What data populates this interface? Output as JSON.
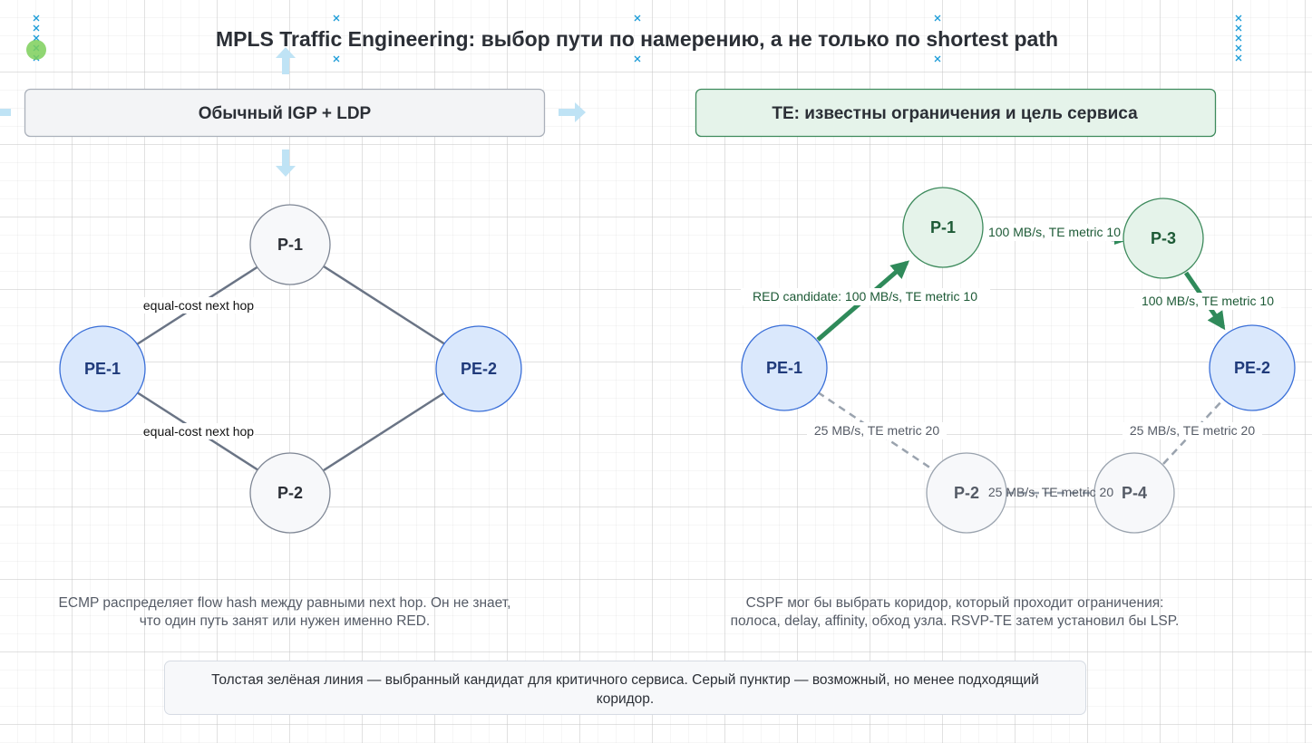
{
  "title": "MPLS Traffic Engineering: выбор пути по намерению, а не только по shortest path",
  "left_panel": {
    "header": "Обычный IGP + LDP",
    "nodes": {
      "p1": "P-1",
      "p2": "P-2",
      "pe1": "PE-1",
      "pe2": "PE-2"
    },
    "edge_labels": {
      "upper": "equal-cost next hop",
      "lower": "equal-cost next hop"
    },
    "caption_line1": "ECMP распределяет flow hash между равными next hop. Он не знает,",
    "caption_line2": "что один путь занят или нужен именно RED."
  },
  "right_panel": {
    "header": "TE: известны ограничения и цель сервиса",
    "nodes": {
      "p1": "P-1",
      "p3": "P-3",
      "pe1": "PE-1",
      "pe2": "PE-2",
      "p2": "P-2",
      "p4": "P-4"
    },
    "edge_labels": {
      "pe1_p1": "RED candidate: 100 MB/s, TE metric 10",
      "p1_p3": "100 MB/s, TE metric 10",
      "p3_pe2": "100 MB/s, TE metric 10",
      "pe1_p2": "25 MB/s, TE metric 20",
      "p2_p4": "25 MB/s, TE metric 20",
      "p4_pe2": "25 MB/s, TE metric 20"
    },
    "caption_line1": "CSPF мог бы выбрать коридор, который проходит ограничения:",
    "caption_line2": "полоса, delay, affinity, обход узла. RSVP-TE затем установил бы LSP."
  },
  "legend": "Толстая зелёная линия — выбранный кандидат для критичного сервиса. Серый пунктир — возможный, но менее подходящий коридор.",
  "colors": {
    "pe_fill": "#dae8fc",
    "pe_stroke": "#3a6fd8",
    "pe_text": "#1f3a7a",
    "p_fill": "#f7f8fa",
    "p_stroke": "#7f8795",
    "p_text": "#2b2f36",
    "te_fill": "#e5f3ea",
    "te_stroke": "#3d8a5c",
    "te_text": "#1d5a36",
    "selected_path": "#2f8a5a",
    "dashed_path": "#9aa3ae",
    "plain_link": "#6a7485",
    "left_header_fill": "#f3f4f6",
    "left_header_stroke": "#aab0ba",
    "right_header_fill": "#e5f3ea",
    "right_header_stroke": "#3d8a5c",
    "selection_handle": "#1a9bd7"
  }
}
